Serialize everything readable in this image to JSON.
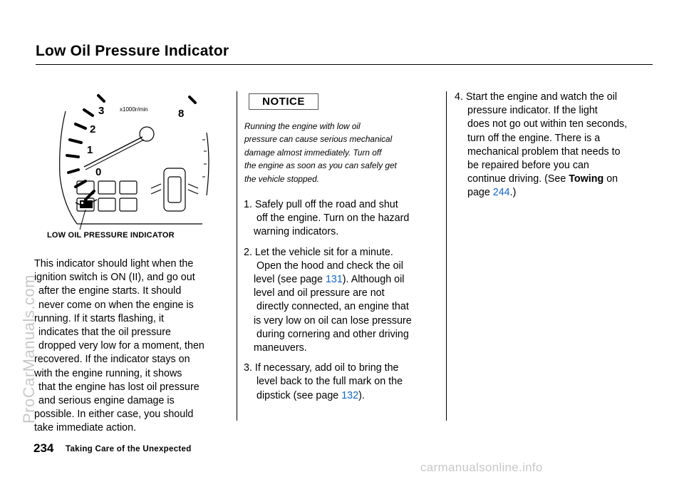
{
  "header": {
    "title": "Low Oil Pressure Indicator"
  },
  "figure": {
    "caption": "LOW OIL PRESSURE INDICATOR",
    "tach_labels": [
      "0",
      "1",
      "2",
      "3",
      "8"
    ],
    "tach_unit": "x1000r/min",
    "icon": "oil-can-icon"
  },
  "column1": {
    "lines": [
      "This indicator should light when the",
      "ignition switch is ON (II), and go out",
      "after the engine starts. It should",
      "never come on when the engine is",
      "running. If it starts flashing, it",
      "indicates that the oil pressure",
      "dropped very low for a moment, then",
      "recovered. If the indicator stays on",
      "with the engine running, it shows",
      "that the engine has lost oil pressure",
      "and serious engine damage is",
      "possible. In either case, you should",
      "take immediate action."
    ]
  },
  "notice": {
    "label": "NOTICE",
    "lines": [
      "Running the engine with low oil",
      "pressure can cause serious mechanical",
      "damage almost immediately. Turn off",
      "the engine as soon as you can safely get",
      "the vehicle stopped."
    ]
  },
  "steps": {
    "s1": [
      "1. Safely pull off the road and shut",
      "off the engine. Turn on the hazard",
      "warning indicators."
    ],
    "s2": {
      "lines_before": [
        "2. Let the vehicle sit for a minute.",
        "Open the hood and check the oil"
      ],
      "ref_prefix": "level (see page ",
      "ref_page": "131",
      "ref_suffix": "). Although oil",
      "lines_after": [
        "level and oil pressure are not",
        "directly connected, an engine that",
        "is very low on oil can lose pressure",
        "during cornering and other driving",
        "maneuvers."
      ]
    },
    "s3": {
      "lines_before": [
        "3. If necessary, add oil to bring the",
        "level back to the full mark on the"
      ],
      "ref_prefix": "dipstick (see page ",
      "ref_page": "132",
      "ref_suffix": ")."
    },
    "s4": {
      "lines": [
        "4. Start the engine and watch the oil",
        "pressure indicator. If the light",
        "does not go out within ten seconds,",
        "turn off the engine. There is a",
        "mechanical problem that needs to",
        "be repaired before you can"
      ],
      "see_prefix": "continue driving. (See ",
      "see_bold": "Towing",
      "see_suffix": " on",
      "page_prefix": "page ",
      "page_ref": "244",
      "page_suffix": ".)"
    }
  },
  "footer": {
    "page_number": "234",
    "section": "Taking Care of the Unexpected"
  },
  "watermarks": {
    "side": "ProCarManuals.com",
    "bottom": "carmanualsonline.info"
  },
  "colors": {
    "link": "#1565c0",
    "watermark": "#c8c8c8"
  }
}
